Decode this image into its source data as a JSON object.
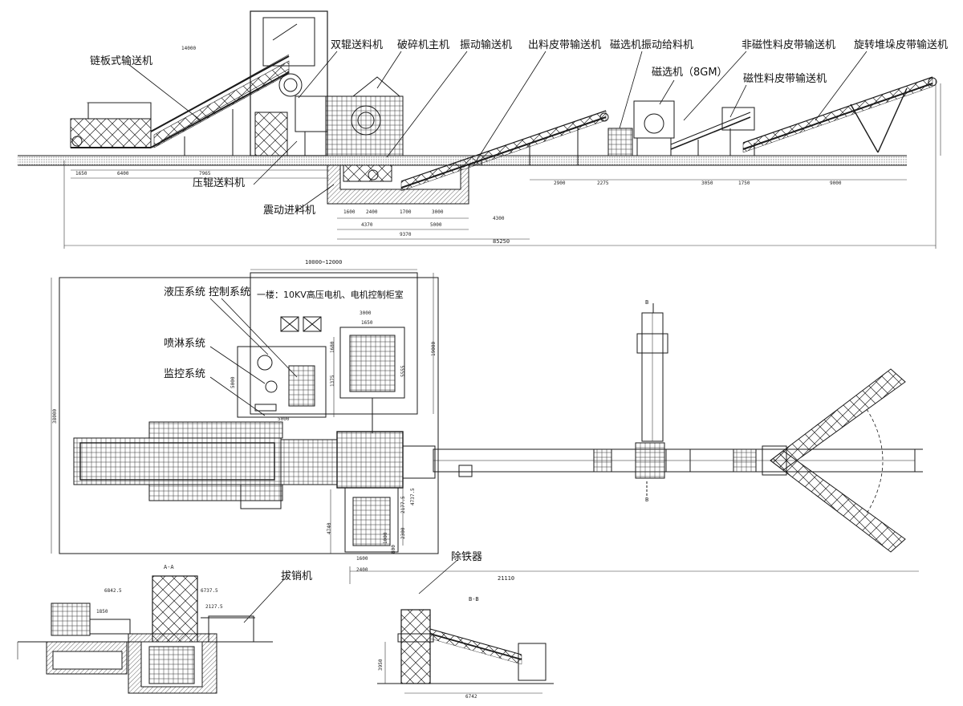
{
  "labels": {
    "lianban": "链板式输送机",
    "shuanggun": "双辊送料机",
    "posui": "破碎机主机",
    "zhendong_shusong": "振动输送机",
    "chuliao": "出料皮带输送机",
    "cixuan_gei": "磁选机振动给料机",
    "feicixing": "非磁性料皮带输送机",
    "xuanzhuan": "旋转堆垛皮带输送机",
    "cixuanji": "磁选机（8GM）",
    "cixing": "磁性料皮带输送机",
    "yagun": "压辊送料机",
    "zhendong_jinliao": "震动进料机",
    "yeya": "液压系统",
    "kongzhi": "控制系统",
    "penlin": "喷淋系统",
    "jiankong": "监控系统",
    "yilou": "一楼：10KV高压电机、电机控制柜室",
    "chutieqi": "除铁器",
    "baxiao": "拔销机"
  },
  "dims": {
    "top_total": "85250",
    "d_1650": "1650",
    "d_6400": "6400",
    "d_7965": "7965",
    "d_1600": "1600",
    "d_2400": "2400",
    "d_3000": "3000",
    "d_1700": "1700",
    "d_4370": "4370",
    "d_5000": "5000",
    "d_9370": "9370",
    "d_4300": "4300",
    "d_2900": "2900",
    "d_2275": "2275",
    "d_1750": "1750",
    "d_9000": "9000",
    "d_3050": "3050",
    "d_14000": "14000",
    "d_10000_12000": "10000~12000",
    "d_19000": "19000",
    "d_plan_3000": "3000",
    "d_1650b": "1650",
    "d_5000b": "5000",
    "d_5000c": "5000",
    "d_1680": "1680",
    "d_1375": "1375",
    "d_5555": "5555",
    "d_2177": "2177.5",
    "d_4737": "4737.5",
    "d_2300": "2300",
    "d_1000": "1000",
    "d_800": "800",
    "d_4740": "4740",
    "d_1600b": "1600",
    "d_2400b": "2400",
    "d_21110": "21110",
    "d_38000": "38000",
    "d_6842": "6842.5",
    "d_6737": "6737.5",
    "d_1850": "1850",
    "d_2127": "2127.5",
    "d_6742": "6742",
    "d_3950": "3950",
    "sec_aa": "A-A",
    "sec_bb": "B-B",
    "sec_b1": "B",
    "sec_b2": "B"
  },
  "style": {
    "line": "#1a1a1a",
    "thin": "#333333",
    "hatch": "#555555"
  }
}
